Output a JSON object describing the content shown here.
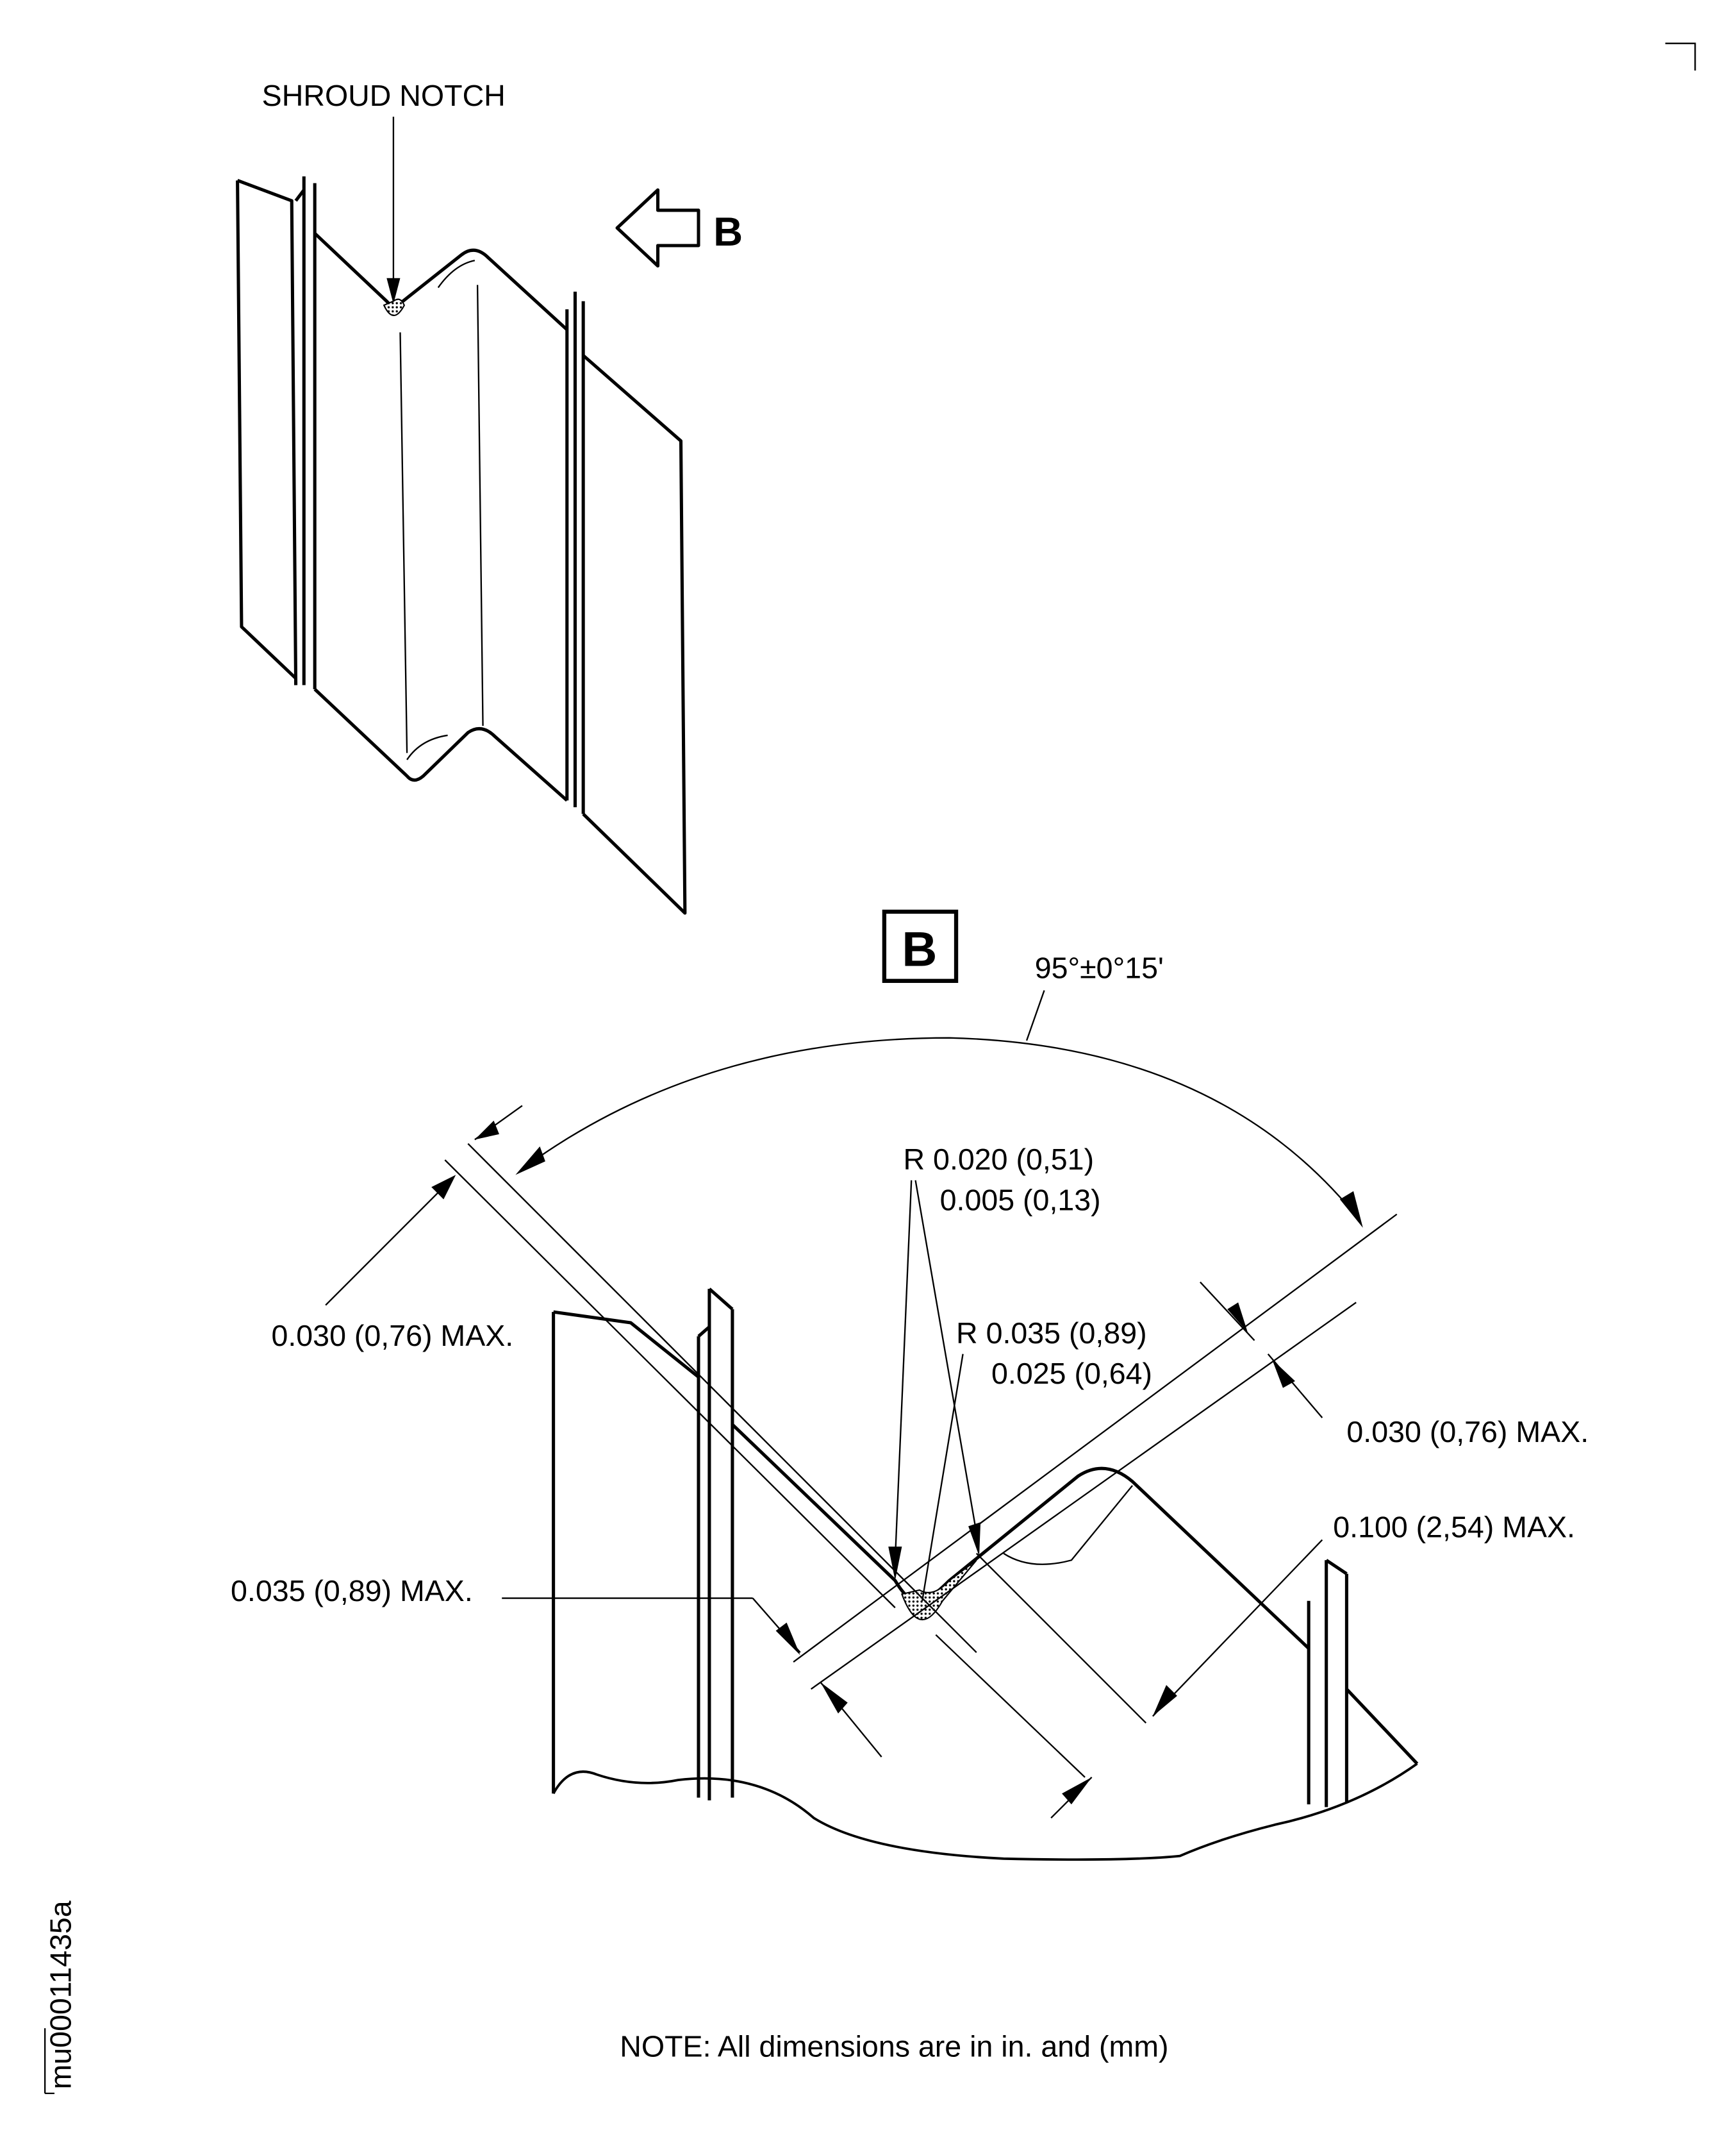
{
  "figure_id": "mu00011435a",
  "upper_view": {
    "callout": "SHROUD NOTCH",
    "view_arrow_label": "B"
  },
  "detail_view": {
    "label": "B",
    "angle": "95°±0°15'",
    "radius_1_max": "R 0.020 (0,51)",
    "radius_1_min": "0.005 (0,13)",
    "radius_2_max": "R 0.035 (0,89)",
    "radius_2_min": "0.025 (0,64)",
    "dim_left_offset": "0.030 (0,76) MAX.",
    "dim_right_offset": "0.030 (0,76) MAX.",
    "dim_depth": "0.100 (2,54) MAX.",
    "dim_notch": "0.035 (0,89) MAX."
  },
  "note": "NOTE: All dimensions are in in. and (mm)",
  "colors": {
    "ink": "#000000",
    "paper": "#ffffff",
    "shading": "#9a9a9a"
  }
}
